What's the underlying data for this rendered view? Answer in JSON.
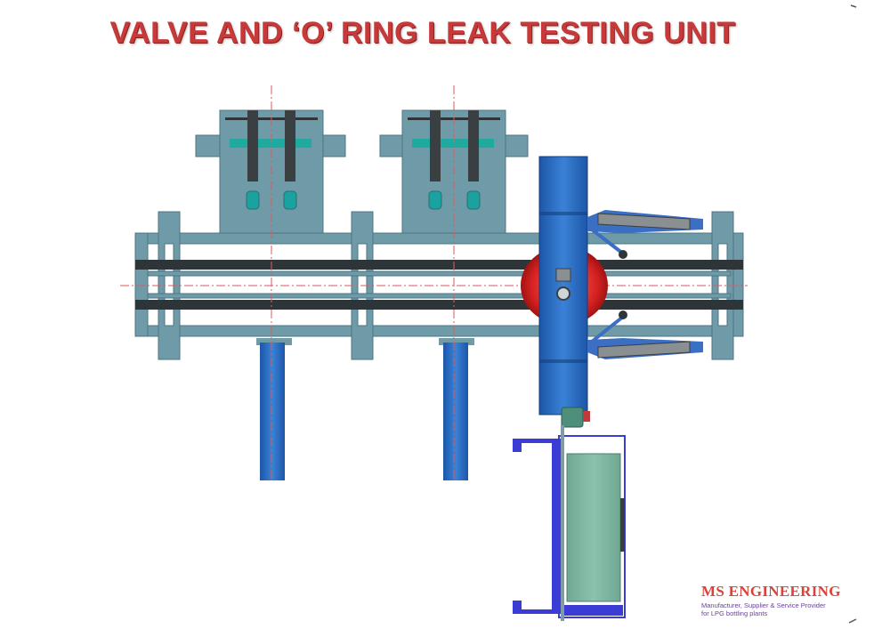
{
  "title": "VALVE AND ‘O’ RING LEAK TESTING UNIT",
  "brand": {
    "name": "MS ENGINEERING",
    "tagline": "Manufacturer, Supplier & Service Provider for LPG bottling plants"
  },
  "colors": {
    "title": "#c83a3a",
    "frame": "#6f9aa8",
    "rail": "#2e3538",
    "column": "#2a6bbf",
    "cylinder": "#d42020",
    "tray": "#7fb5a0",
    "bracket": "#3b3bd6",
    "centerline": "#e05a5a"
  }
}
